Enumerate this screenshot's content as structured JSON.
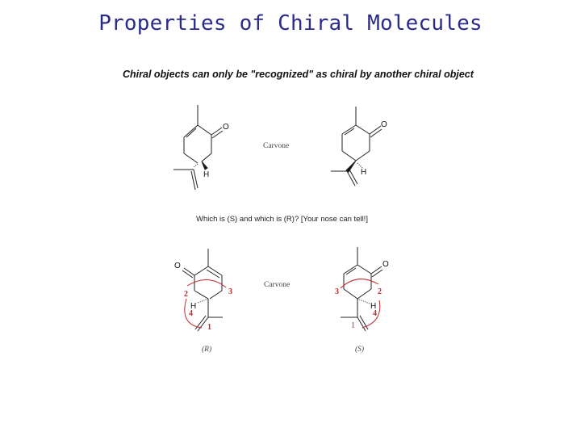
{
  "slide": {
    "title": "Properties of Chiral Molecules",
    "subtitle": "Chiral objects can only be \"recognized\" as chiral by another chiral object",
    "top_row": {
      "center_label": "Carvone",
      "left_molecule": {
        "atom_labels": [
          "O",
          "H"
        ]
      },
      "right_molecule": {
        "atom_labels": [
          "O",
          "H"
        ]
      }
    },
    "question": "Which is (S) and which is (R)?  [Your nose can tell!]",
    "bottom_row": {
      "center_label": "Carvone",
      "left_molecule": {
        "configuration": "(R)",
        "atom_labels": [
          "O",
          "H"
        ],
        "priority_labels": [
          "1",
          "2",
          "3",
          "4"
        ]
      },
      "right_molecule": {
        "configuration": "(S)",
        "atom_labels": [
          "O",
          "H"
        ],
        "priority_labels": [
          "1",
          "2",
          "3",
          "4"
        ]
      }
    },
    "colors": {
      "title": "#2b2b8c",
      "priority": "#c0282d",
      "text": "#111111"
    }
  }
}
